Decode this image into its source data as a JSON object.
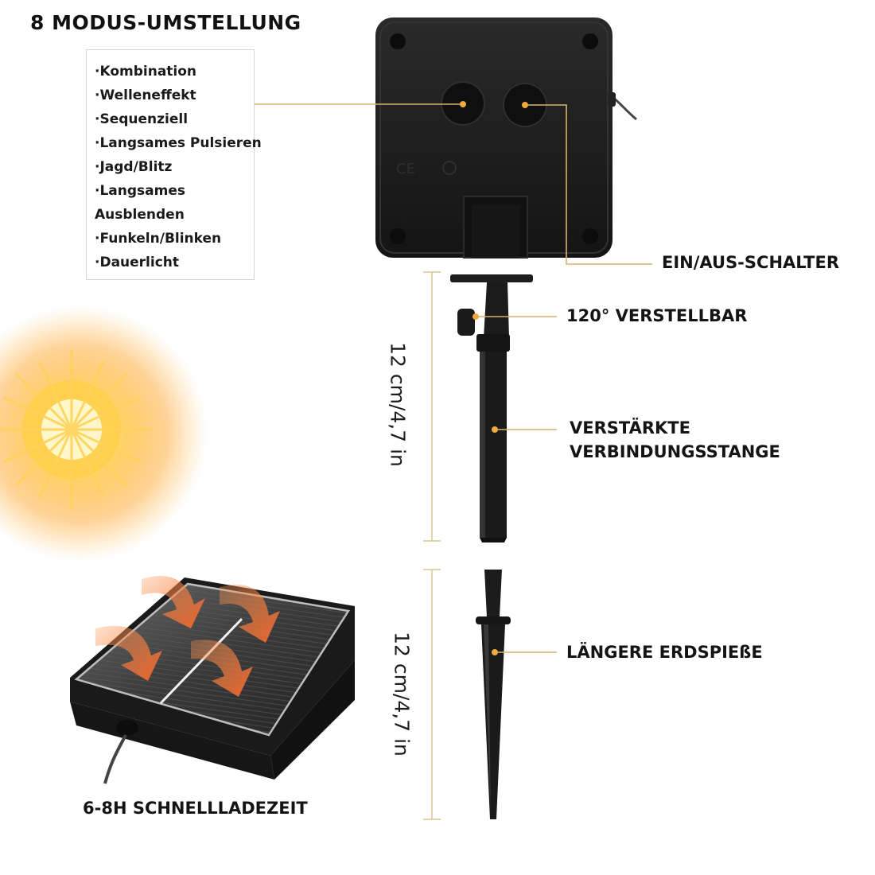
{
  "heading": "8 MODUS-UMSTELLUNG",
  "modes": [
    "·Kombination",
    "·Welleneffekt",
    "·Sequenziell",
    "·Langsames Pulsieren",
    "·Jagd/Blitz",
    "·Langsames",
    "Ausblenden",
    "·Funkeln/Blinken",
    "·Dauerlicht"
  ],
  "labels": {
    "switch": "EIN/AUS-SCHALTER",
    "adjustable": "120° VERSTELLBAR",
    "rod_line1": "VERSTÄRKTE",
    "rod_line2": "VERBINDUNGSSTANGE",
    "spike": "LÄNGERE ERDSPIEßE",
    "charge": "6-8H SCHNELLLADEZEIT"
  },
  "dimensions": {
    "upper": "12 cm/4,7 in",
    "lower": "12 cm/4,7 in"
  },
  "colors": {
    "accent_line": "#d8b26a",
    "dot": "#f2a93b",
    "panel_dark": "#1b1b1b",
    "arrow": "#f07a3a",
    "sun": "#ffb21e"
  }
}
